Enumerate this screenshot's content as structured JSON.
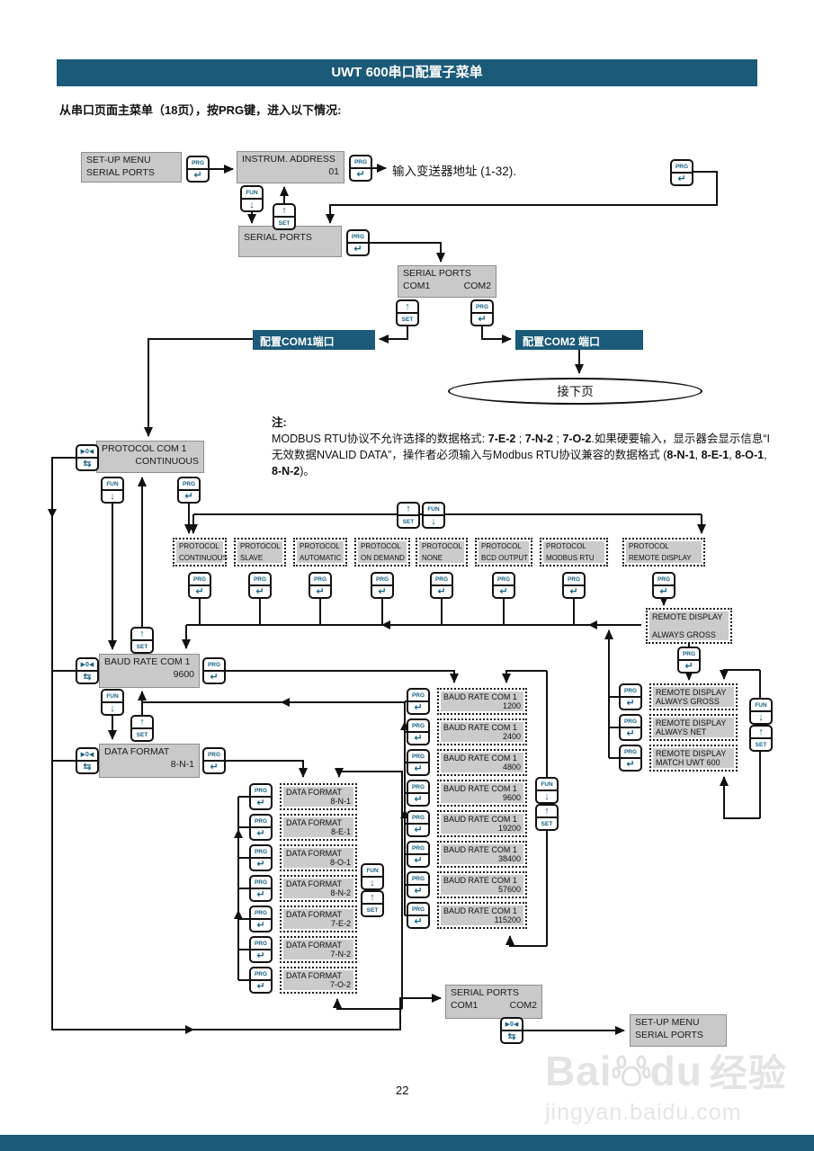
{
  "header": {
    "title": "UWT 600串口配置子菜单"
  },
  "intro": "从串口页面主菜单（18页），按PRG键，进入以下情况:",
  "keys": {
    "prg": {
      "label": "PRG",
      "icon": "↵"
    },
    "fun": {
      "label": "FUN",
      "icon": "↓"
    },
    "set": {
      "label": "SET",
      "icon": "↑"
    },
    "zero": {
      "top": "▶0◀",
      "icon": "⇆"
    }
  },
  "boxes": {
    "setup_menu_top": {
      "line1": "SET-UP MENU",
      "line2": "SERIAL PORTS"
    },
    "instrum_address": {
      "line1": "INSTRUM. ADDRESS",
      "line2": "01"
    },
    "address_hint": "输入变送器地址 (1-32).",
    "serial_ports": {
      "line1": "SERIAL PORTS"
    },
    "serial_ports_com": {
      "line1": "SERIAL PORTS",
      "com1": "COM1",
      "com2": "COM2"
    },
    "config_com1": "配置COM1端口",
    "config_com2": "配置COM2 端口",
    "next_page": "接下页",
    "protocol_com1": {
      "line1": "PROTOCOL COM 1",
      "line2": "CONTINUOUS"
    },
    "baud_rate_com1": {
      "line1": "BAUD RATE COM 1",
      "line2": "9600"
    },
    "data_format": {
      "line1": "DATA FORMAT",
      "line2": "8-N-1"
    },
    "remote_top": {
      "line1": "REMOTE DISPLAY",
      "line2": "ALWAYS GROSS"
    },
    "serial_ports_bottom": {
      "line1": "SERIAL PORTS",
      "com1": "COM1",
      "com2": "COM2"
    },
    "setup_menu_bottom": {
      "line1": "SET-UP MENU",
      "line2": "SERIAL PORTS"
    }
  },
  "note": {
    "label": "注:",
    "rich": [
      {
        "text": "MODBUS RTU协议不允许选择的数据格式: ",
        "bold": false
      },
      {
        "text": "7-E-2",
        "bold": true
      },
      {
        "text": " ; ",
        "bold": false
      },
      {
        "text": "7-N-2",
        "bold": true
      },
      {
        "text": " ; ",
        "bold": false
      },
      {
        "text": "7-O-2",
        "bold": true
      },
      {
        "text": ".如果硬要输入，显示器会显示信息“I无效数据NVALID DATA”，操作者必须输入与Modbus RTU协议兼容的数据格式 (",
        "bold": false
      },
      {
        "text": "8-N-1",
        "bold": true
      },
      {
        "text": ", ",
        "bold": false
      },
      {
        "text": "8-E-1",
        "bold": true
      },
      {
        "text": ", ",
        "bold": false
      },
      {
        "text": "8-O-1",
        "bold": true
      },
      {
        "text": ", ",
        "bold": false
      },
      {
        "text": "8-N-2",
        "bold": true
      },
      {
        "text": ")。",
        "bold": false
      }
    ]
  },
  "protocols": [
    {
      "line1": "PROTOCOL",
      "line2": "CONTINUOUS"
    },
    {
      "line1": "PROTOCOL",
      "line2": "SLAVE"
    },
    {
      "line1": "PROTOCOL",
      "line2": "AUTOMATIC"
    },
    {
      "line1": "PROTOCOL",
      "line2": "ON DEMAND"
    },
    {
      "line1": "PROTOCOL",
      "line2": "NONE"
    },
    {
      "line1": "PROTOCOL",
      "line2": "BCD OUTPUT"
    },
    {
      "line1": "PROTOCOL",
      "line2": "MODBUS RTU"
    },
    {
      "line1": "PROTOCOL",
      "line2": "REMOTE DISPLAY"
    }
  ],
  "baud_rates": [
    {
      "line1": "BAUD RATE COM 1",
      "line2": "1200"
    },
    {
      "line1": "BAUD RATE COM 1",
      "line2": "2400"
    },
    {
      "line1": "BAUD RATE COM 1",
      "line2": "4800"
    },
    {
      "line1": "BAUD RATE COM 1",
      "line2": "9600"
    },
    {
      "line1": "BAUD RATE COM 1",
      "line2": "19200"
    },
    {
      "line1": "BAUD RATE COM 1",
      "line2": "38400"
    },
    {
      "line1": "BAUD RATE COM 1",
      "line2": "57600"
    },
    {
      "line1": "BAUD RATE COM 1",
      "line2": "115200"
    }
  ],
  "data_formats": [
    {
      "line1": "DATA FORMAT",
      "line2": "8-N-1"
    },
    {
      "line1": "DATA FORMAT",
      "line2": "8-E-1"
    },
    {
      "line1": "DATA FORMAT",
      "line2": "8-O-1"
    },
    {
      "line1": "DATA FORMAT",
      "line2": "8-N-2"
    },
    {
      "line1": "DATA FORMAT",
      "line2": "7-E-2"
    },
    {
      "line1": "DATA FORMAT",
      "line2": "7-N-2"
    },
    {
      "line1": "DATA FORMAT",
      "line2": "7-O-2"
    }
  ],
  "remote_options": [
    {
      "line1": "REMOTE DISPLAY",
      "line2": "ALWAYS GROSS"
    },
    {
      "line1": "REMOTE DISPLAY",
      "line2": "ALWAYS NET"
    },
    {
      "line1": "REMOTE DISPLAY",
      "line2": "MATCH UWT 600"
    }
  ],
  "footer": {
    "page": "22"
  },
  "watermark": {
    "brand_left": "Bai",
    "brand_right": "du",
    "suffix": "经验",
    "url": "jingyan.baidu.com"
  },
  "colors": {
    "accent": "#1b5a78",
    "box_gray": "#c9c9c9"
  }
}
